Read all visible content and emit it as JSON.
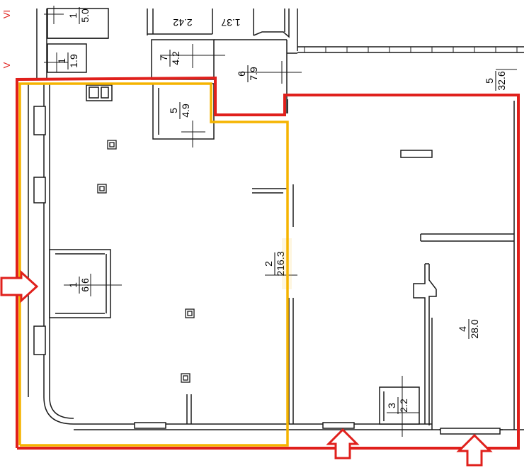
{
  "plan": {
    "colors": {
      "background": "#ffffff",
      "walls": "#1a1a1a",
      "wall_fill": "#ffffff",
      "outline_red": "#e0201c",
      "outline_yellow": "#f5b400",
      "roman_labels": "#e0201c"
    },
    "section_marks": {
      "top": "VI",
      "second": "V"
    },
    "rooms": [
      {
        "id": "top-left-1",
        "num": "1",
        "area": "5.0"
      },
      {
        "id": "top-left-2",
        "num": "1",
        "area": "1.9"
      },
      {
        "id": "cut-top-a",
        "num": "",
        "area": "2.42"
      },
      {
        "id": "cut-top-b",
        "num": "",
        "area": "1.37"
      },
      {
        "id": "room-7",
        "num": "7",
        "area": "4.2"
      },
      {
        "id": "room-6",
        "num": "6",
        "area": "7.9"
      },
      {
        "id": "room-5-small",
        "num": "5",
        "area": "4.9"
      },
      {
        "id": "room-5-corridor",
        "num": "5",
        "area": "32.6"
      },
      {
        "id": "room-1",
        "num": "1",
        "area": "6.6"
      },
      {
        "id": "room-2",
        "num": "2",
        "area": "216.3"
      },
      {
        "id": "room-3",
        "num": "3",
        "area": "2.2"
      },
      {
        "id": "room-4",
        "num": "4",
        "area": "28.0"
      }
    ],
    "icons": {
      "entrance_left": "arrow-right-icon",
      "entrance_bottom_1": "arrow-up-icon",
      "entrance_bottom_2": "arrow-up-icon",
      "columns": "column-square-icon"
    }
  }
}
